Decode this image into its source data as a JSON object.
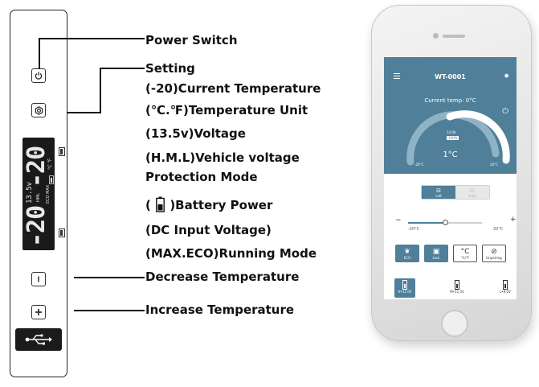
{
  "labels": {
    "power_switch": "Power Switch",
    "setting": "Setting",
    "current_temp": "(-20)Current Temperature",
    "temp_unit": "(℃.℉)Temperature Unit",
    "voltage": "(13.5v)Voltage",
    "vehicle_voltage_line1": "(H.M.L)Vehicle voltage",
    "vehicle_voltage_line2": "Protection Mode",
    "battery_prefix": "(",
    "battery_suffix": ")Battery Power",
    "dc_input": "(DC Input Voltage)",
    "running_mode": "(MAX.ECO)Running Mode",
    "decrease": "Decrease Temperature",
    "increase": "Increase Temperature"
  },
  "lcd": {
    "big_top": "-20",
    "big_bottom": "-20",
    "volt": "13.5v",
    "unit": "℃ ℉",
    "hml": "HML",
    "mode": "ECO MAX"
  },
  "app": {
    "device_name": "WT-0001",
    "current_temp": "Current temp: 0°C",
    "arc_temp": "1°C",
    "arc_small": "14.0b",
    "arc_badge": "100%",
    "arc_min": "-20°C",
    "arc_max": "20°C",
    "zone_left": "Left",
    "zone_right": "Right",
    "slider_min": "-20°C",
    "slider_max": "20°C",
    "slider_minus": "−",
    "slider_plus": "+",
    "slider_value": 0.5,
    "modes": [
      "ECO",
      "Lock",
      "°C/°F",
      "Unpairing"
    ],
    "unit_symbol": "°C",
    "batteries": [
      "H•12.0V",
      "M•11.5V",
      "L•9.0V"
    ]
  },
  "icons": [
    "power-icon",
    "setting-icon",
    "minus-icon",
    "plus-icon",
    "usb-icon"
  ]
}
